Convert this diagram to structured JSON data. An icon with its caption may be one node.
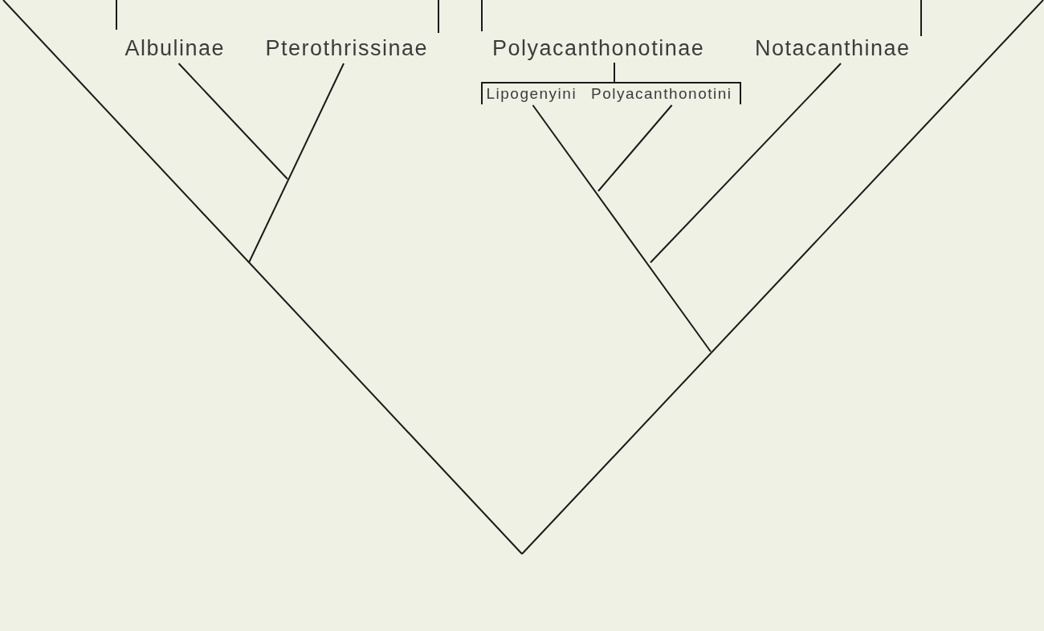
{
  "diagram": {
    "nodes": [
      {
        "text": [
          "Albulinae"
        ]
      },
      {
        "text": [
          "Pterothrissinae"
        ]
      },
      {
        "text": [
          "Notacanthinae"
        ]
      },
      {
        "text": [
          "Lipogenyini"
        ]
      },
      {
        "text": [
          "Polyacanthonotini"
        ]
      }
    ],
    "edges": [
      {
        "from": 0,
        "to": null,
        "arrow": "none"
      },
      {
        "from": 1,
        "to": null,
        "arrow": "none"
      },
      {
        "from": 2,
        "to": null,
        "arrow": "none"
      },
      {
        "from": 3,
        "to": null,
        "arrow": "none"
      },
      {
        "from": 4,
        "to": null,
        "arrow": "none"
      }
    ],
    "labels": [
      "Polyacanthonotinae"
    ]
  }
}
